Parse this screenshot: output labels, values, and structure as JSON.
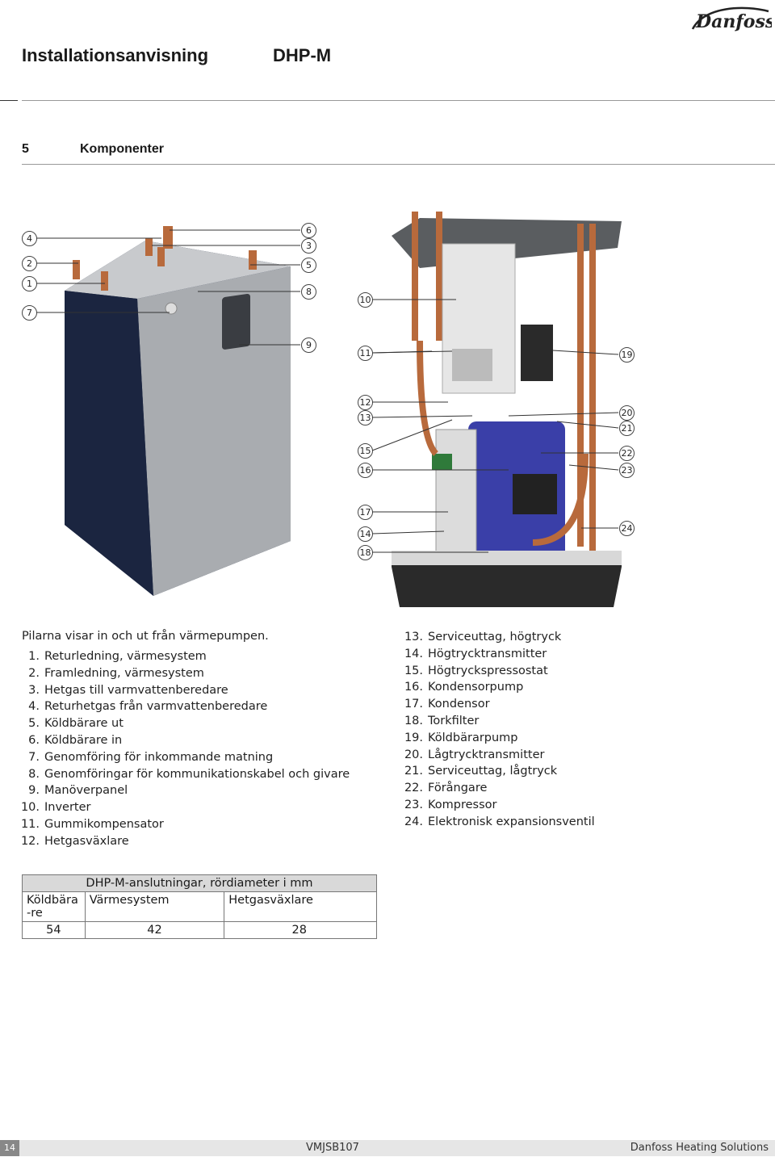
{
  "brand": "Danfoss",
  "header": {
    "title": "Installationsanvisning",
    "product": "DHP-M"
  },
  "section": {
    "number": "5",
    "title": "Komponenter"
  },
  "callouts_left": [
    "4",
    "2",
    "1",
    "7",
    "6",
    "3",
    "5",
    "8",
    "9"
  ],
  "callouts_right": [
    "10",
    "11",
    "19",
    "12",
    "13",
    "20",
    "21",
    "15",
    "16",
    "22",
    "23",
    "17",
    "14",
    "24",
    "18"
  ],
  "intro": "Pilarna visar in och ut från värmepumpen.",
  "components_left": [
    {
      "n": "1.",
      "t": "Returledning, värmesystem"
    },
    {
      "n": "2.",
      "t": "Framledning, värmesystem"
    },
    {
      "n": "3.",
      "t": "Hetgas till varmvattenberedare"
    },
    {
      "n": "4.",
      "t": "Returhetgas från varmvattenberedare"
    },
    {
      "n": "5.",
      "t": "Köldbärare ut"
    },
    {
      "n": "6.",
      "t": "Köldbärare in"
    },
    {
      "n": "7.",
      "t": "Genomföring för inkommande matning"
    },
    {
      "n": "8.",
      "t": "Genomföringar för kommunikationskabel och givare"
    },
    {
      "n": "9.",
      "t": "Manöverpanel"
    },
    {
      "n": "10.",
      "t": "Inverter"
    },
    {
      "n": "11.",
      "t": "Gummikompensator"
    },
    {
      "n": "12.",
      "t": "Hetgasväxlare"
    }
  ],
  "components_right": [
    {
      "n": "13.",
      "t": "Serviceuttag, högtryck"
    },
    {
      "n": "14.",
      "t": "Högtrycktransmitter"
    },
    {
      "n": "15.",
      "t": "Högtryckspressostat"
    },
    {
      "n": "16.",
      "t": "Kondensorpump"
    },
    {
      "n": "17.",
      "t": "Kondensor"
    },
    {
      "n": "18.",
      "t": "Torkfilter"
    },
    {
      "n": "19.",
      "t": "Köldbärarpump"
    },
    {
      "n": "20.",
      "t": "Lågtrycktransmitter"
    },
    {
      "n": "21.",
      "t": "Serviceuttag, lågtryck"
    },
    {
      "n": "22.",
      "t": "Förångare"
    },
    {
      "n": "23.",
      "t": "Kompressor"
    },
    {
      "n": "24.",
      "t": "Elektronisk expansionsventil"
    }
  ],
  "table": {
    "caption": "DHP-M-anslutningar, rördiameter i mm",
    "headers": [
      "Köldbära-re",
      "Värmesystem",
      "Hetgasväxlare"
    ],
    "values": [
      "54",
      "42",
      "28"
    ]
  },
  "footer": {
    "page": "14",
    "doc": "VMJSB107",
    "company": "Danfoss Heating Solutions"
  }
}
